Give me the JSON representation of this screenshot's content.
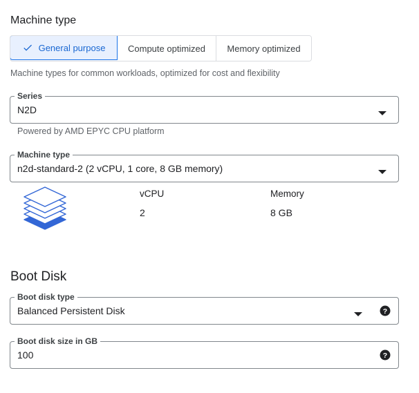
{
  "machine_type_section": {
    "title": "Machine type",
    "segments": [
      {
        "label": "General purpose",
        "selected": true
      },
      {
        "label": "Compute optimized",
        "selected": false
      },
      {
        "label": "Memory optimized",
        "selected": false
      }
    ],
    "description": "Machine types for common workloads, optimized for cost and flexibility"
  },
  "series": {
    "label": "Series",
    "value": "N2D",
    "helper": "Powered by AMD EPYC CPU platform"
  },
  "machine_type_field": {
    "label": "Machine type",
    "value": "n2d-standard-2 (2 vCPU, 1 core, 8 GB memory)"
  },
  "specs": {
    "vcpu_label": "vCPU",
    "vcpu_value": "2",
    "memory_label": "Memory",
    "memory_value": "8 GB"
  },
  "boot_disk": {
    "title": "Boot Disk",
    "type_label": "Boot disk type",
    "type_value": "Balanced Persistent Disk",
    "size_label": "Boot disk size in GB",
    "size_value": "100"
  },
  "colors": {
    "accent": "#1a73e8",
    "selected_bg": "#e8f0fe",
    "icon_blue": "#3367d6"
  },
  "icons": {
    "check": "check-icon",
    "dropdown": "arrow-drop-down-icon",
    "help": "help-icon",
    "machine": "layers-stack-icon"
  }
}
